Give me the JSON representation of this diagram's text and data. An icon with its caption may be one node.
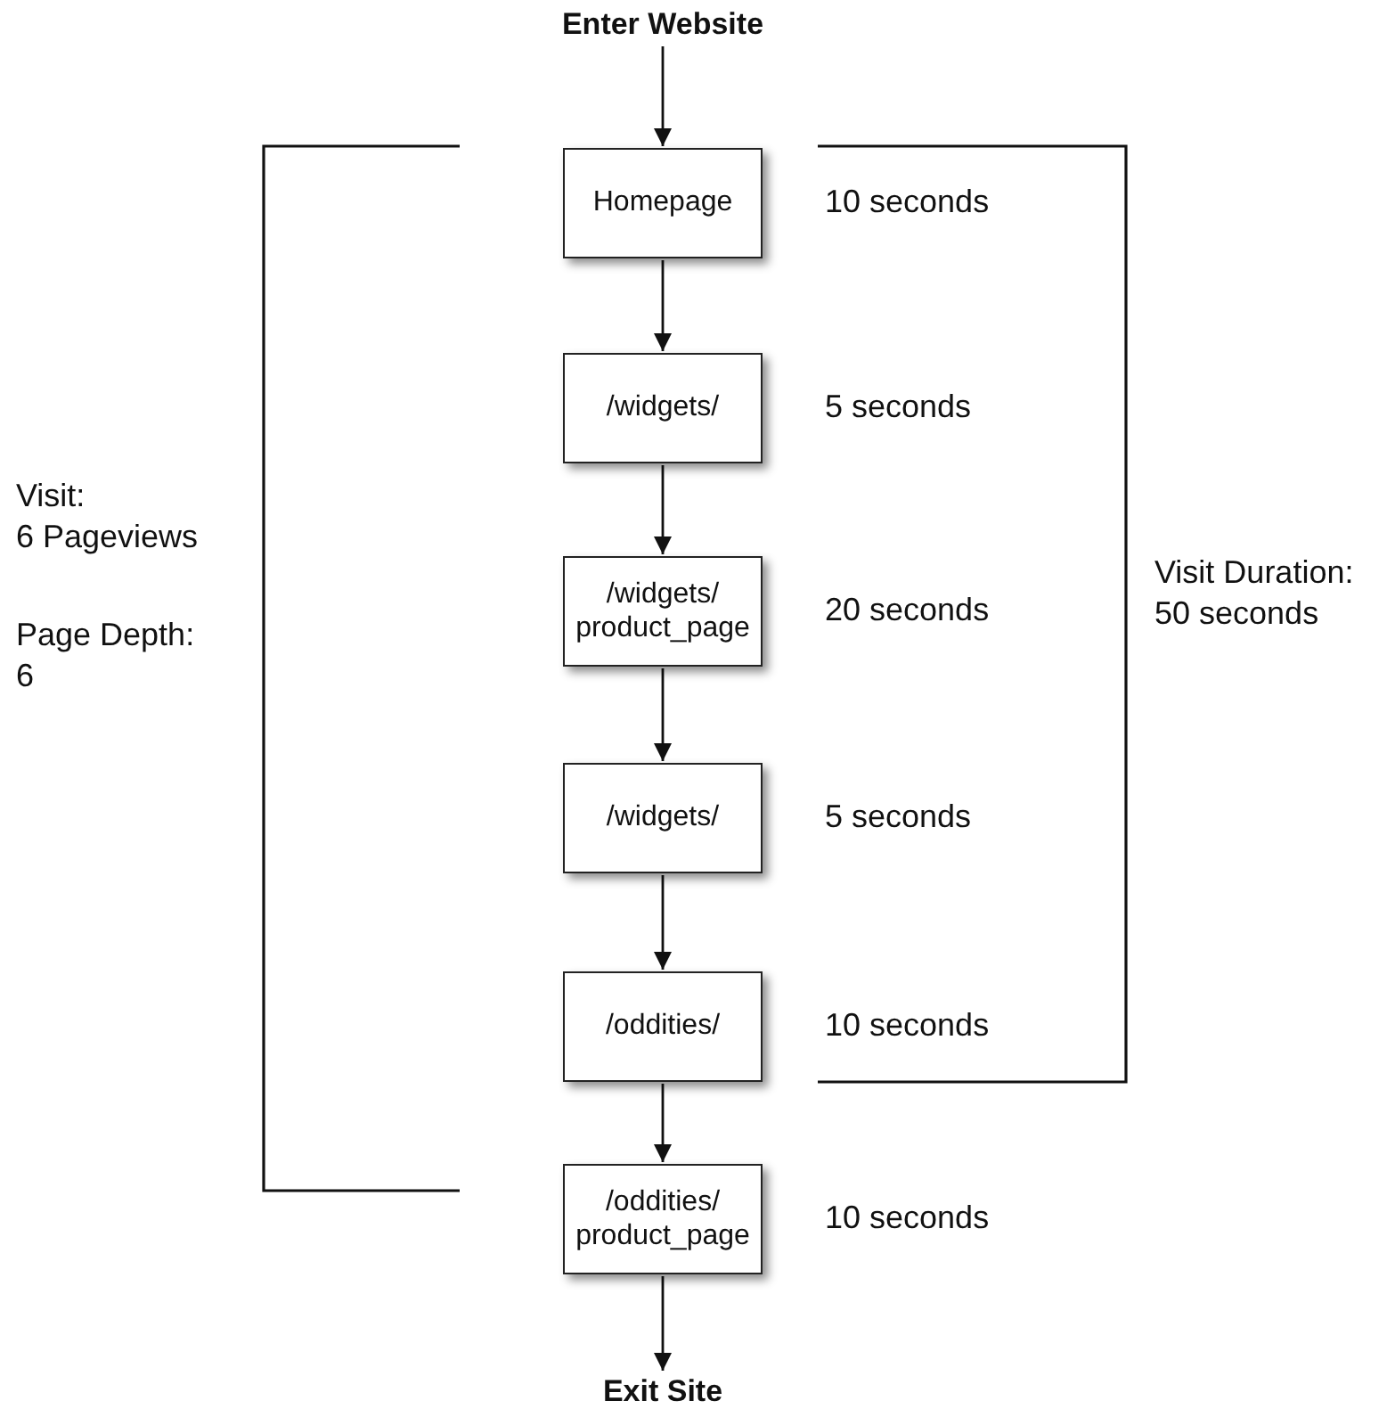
{
  "diagram": {
    "nodes": [
      {
        "text": [
          "Enter Website"
        ]
      },
      {
        "text": [
          "Homepage"
        ],
        "beside": [
          "10 seconds"
        ]
      },
      {
        "text": [
          "/widgets/"
        ],
        "beside": [
          "5 seconds"
        ]
      },
      {
        "text": [
          "/widgets/ product_page"
        ],
        "beside": [
          "20 seconds"
        ]
      },
      {
        "text": [
          "/widgets/"
        ],
        "beside": [
          "5 seconds"
        ]
      },
      {
        "text": [
          "/oddities/"
        ],
        "beside": [
          "10 seconds"
        ]
      },
      {
        "text": [
          "/oddities/ product_page"
        ],
        "beside": [
          "10 seconds"
        ]
      },
      {
        "text": [
          "Exit Site"
        ]
      }
    ],
    "edges": [
      {
        "from": 0,
        "to": 1,
        "arrow": "to"
      },
      {
        "from": 1,
        "to": 2,
        "arrow": "to"
      },
      {
        "from": 2,
        "to": 3,
        "arrow": "to"
      },
      {
        "from": 3,
        "to": 4,
        "arrow": "to"
      },
      {
        "from": 4,
        "to": 5,
        "arrow": "to"
      },
      {
        "from": 5,
        "to": 6,
        "arrow": "to"
      },
      {
        "from": 6,
        "to": 7,
        "arrow": "to"
      }
    ],
    "labels": [
      "Visit: 6 Pageviews",
      "Page Depth: 6",
      "Visit Duration: 50 seconds"
    ]
  }
}
